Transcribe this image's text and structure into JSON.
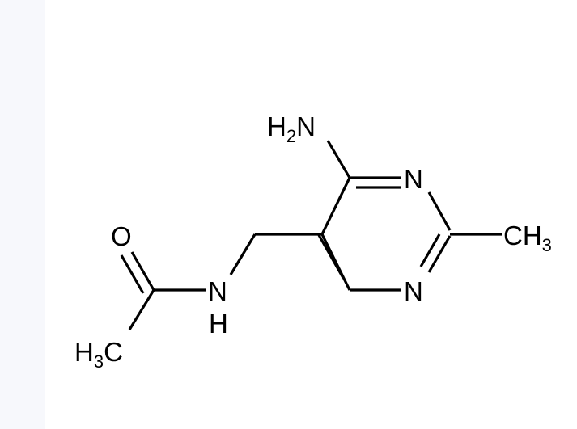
{
  "molecule": {
    "labels": {
      "amino": "H2N",
      "ring_n_top": "N",
      "ring_n_bottom": "N",
      "methyl_right": "CH3",
      "carbonyl_o": "O",
      "amide_n": "N",
      "amide_h": "H",
      "methyl_left": "H3C"
    }
  },
  "colors": {
    "background": "#ffffff",
    "side_strip": "#f7f8fc",
    "ink": "#000000"
  }
}
